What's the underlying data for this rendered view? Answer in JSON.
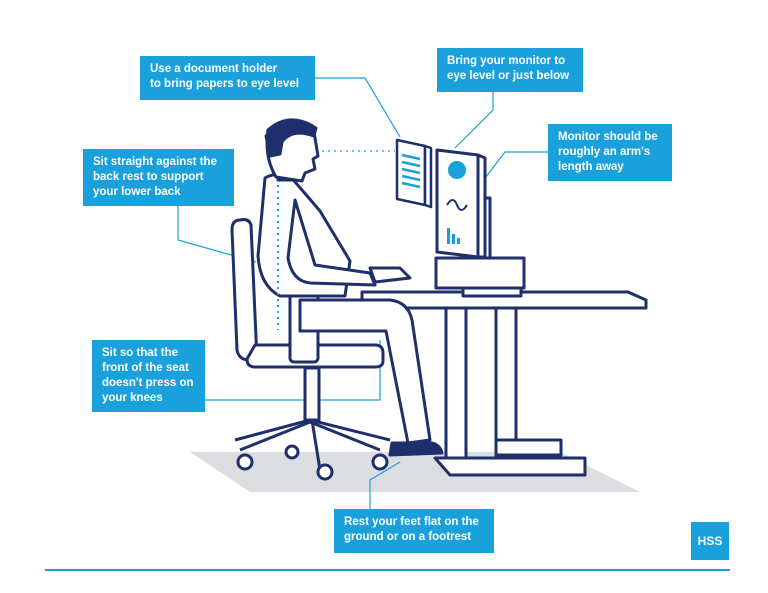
{
  "callouts": {
    "document_holder": "Use a document holder\nto bring papers to eye level",
    "monitor_level": "Bring your monitor to\neye level or just below",
    "arm_length": "Monitor should be\nroughly an arm's\nlength away",
    "back_rest": "Sit straight against the\nback rest to support\nyour lower back",
    "seat_front": "Sit so that the\nfront of the seat\ndoesn't press on\nyour knees",
    "feet_flat": "Rest your feet flat on the\nground or on a footrest"
  },
  "logo": {
    "text": "HSS"
  },
  "colors": {
    "navy": "#1e2f6b",
    "accent": "#1aa1dc",
    "floor": "#dcdde0",
    "white": "#ffffff"
  }
}
